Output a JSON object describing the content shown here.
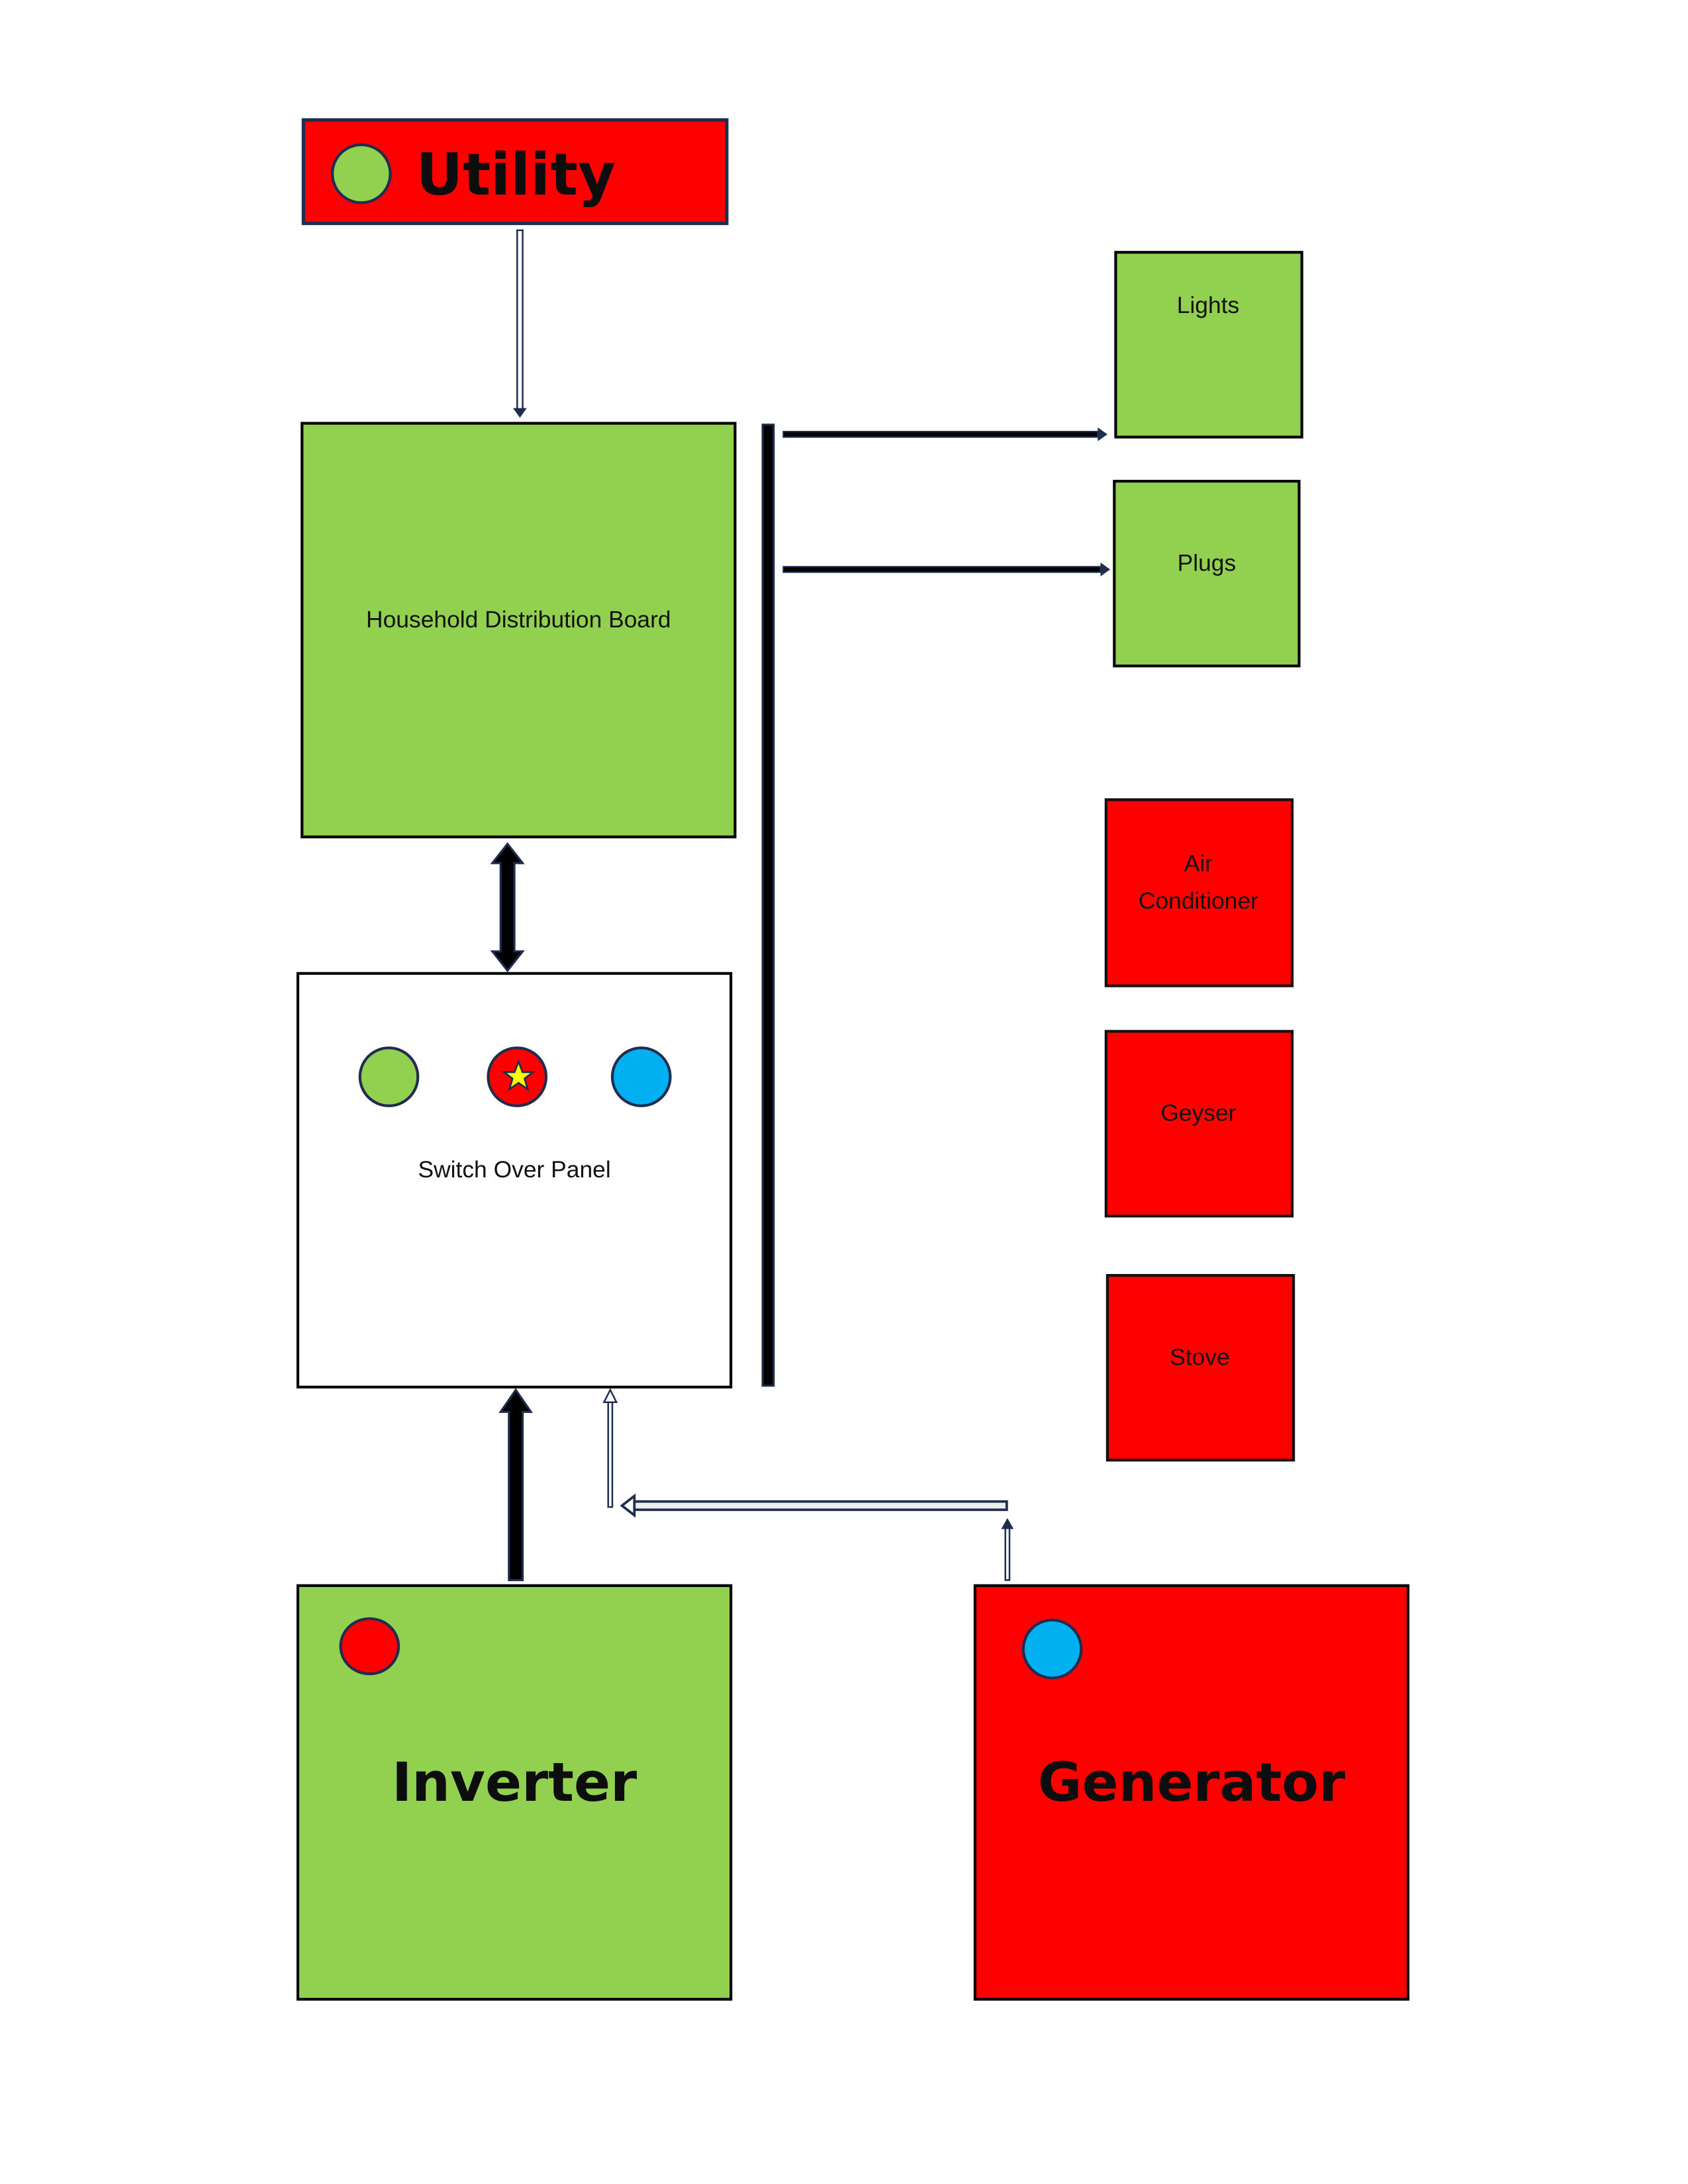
{
  "colors": {
    "green": "#92d050",
    "red": "#ff0000",
    "blue": "#00b0f0",
    "star": "#ffff00",
    "outline": "#1f2d4e",
    "black": "#000000",
    "white": "#ffffff"
  },
  "utility": {
    "label": "Utility",
    "indicator": "green-indicator"
  },
  "distribution_board": {
    "label": "Household Distribution Board"
  },
  "switch_over_panel": {
    "label": "Switch Over Panel",
    "indicators": [
      {
        "name": "utility-indicator",
        "color": "green"
      },
      {
        "name": "inverter-indicator",
        "color": "red",
        "marked": "star"
      },
      {
        "name": "generator-indicator",
        "color": "blue"
      }
    ]
  },
  "loads": {
    "lights": {
      "label": "Lights",
      "status": "green"
    },
    "plugs": {
      "label": "Plugs",
      "status": "green"
    },
    "air_conditioner": {
      "line1": "Air",
      "line2": "Conditioner",
      "status": "red"
    },
    "geyser": {
      "label": "Geyser",
      "status": "red"
    },
    "stove": {
      "label": "Stove",
      "status": "red"
    }
  },
  "inverter": {
    "label": "Inverter",
    "indicator": "red-indicator",
    "status": "green"
  },
  "generator": {
    "label": "Generator",
    "indicator": "blue-indicator",
    "status": "red"
  }
}
